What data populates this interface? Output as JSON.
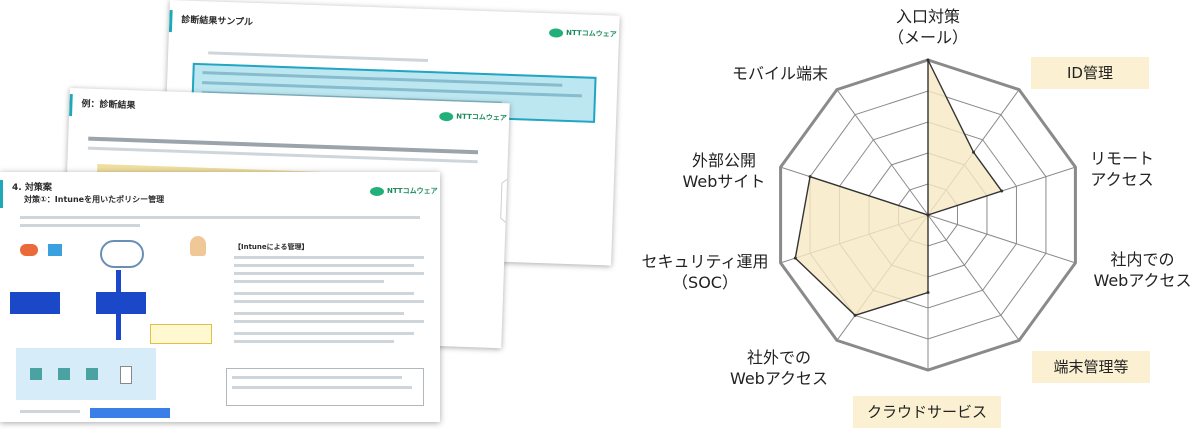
{
  "collage": {
    "page1": {
      "title": "診断結果サンプル",
      "logo": "NTTコムウェア"
    },
    "page2": {
      "title": "例：診断結果",
      "logo": "NTTコムウェア"
    },
    "page3": {
      "title_line1": "4. 対策案",
      "title_line2": "対策①：Intuneを用いたポリシー管理",
      "logo": "NTTコムウェア",
      "box_heading": "【Intuneによる管理】"
    }
  },
  "chart_data": {
    "type": "radar",
    "categories": [
      "入口対策\n（メール）",
      "リモート\nアクセス",
      "社内での\nWebアクセス",
      "端末管理等",
      "クラウドサービス",
      "社外での\nWebアクセス",
      "セキュリティ運用\n（SOC）",
      "外部公開\nWebサイト",
      "モバイル端末",
      "ID管理"
    ],
    "values": [
      5,
      2.5,
      2.5,
      0,
      0,
      2.5,
      4,
      4.5,
      4,
      0
    ],
    "range": [
      0,
      5
    ],
    "grid_rings": 5,
    "highlighted_categories": [
      "ID管理",
      "端末管理等",
      "クラウドサービス"
    ],
    "colors": {
      "fill": "#f8e8c4",
      "line": "#333333",
      "grid": "#8a8a8a",
      "badge": "#fbf0d2"
    }
  }
}
